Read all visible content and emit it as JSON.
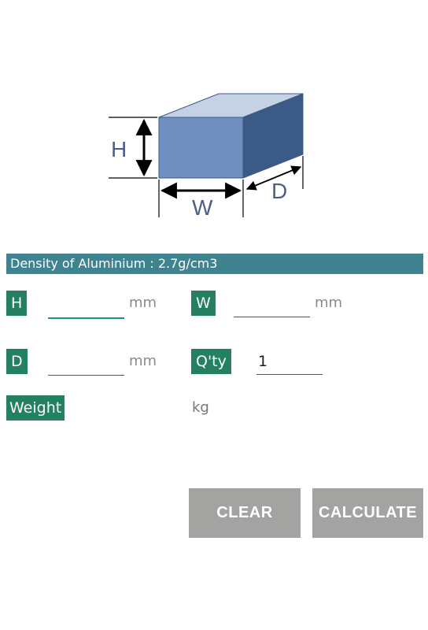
{
  "diagram": {
    "label_h": "H",
    "label_w": "W",
    "label_d": "D",
    "colors": {
      "front": "#6e8fbf",
      "top": "#c5d1e4",
      "side": "#3c5a88",
      "label": "#4a5f8a"
    }
  },
  "density": {
    "text": "Density of Aluminium : 2.7g/cm3",
    "color": "#3f8390"
  },
  "fields": {
    "h": {
      "label": "H",
      "value": "",
      "unit": "mm"
    },
    "w": {
      "label": "W",
      "value": "",
      "unit": "mm"
    },
    "d": {
      "label": "D",
      "value": "",
      "unit": "mm"
    },
    "qty": {
      "label": "Q'ty",
      "value": "1"
    }
  },
  "weight": {
    "label": "Weight",
    "value": "",
    "unit": "kg"
  },
  "buttons": {
    "clear": "CLEAR",
    "calculate": "CALCULATE"
  },
  "colors": {
    "tag": "#238060",
    "focus_underline": "#1f9184",
    "button": "#a3a4a2"
  }
}
